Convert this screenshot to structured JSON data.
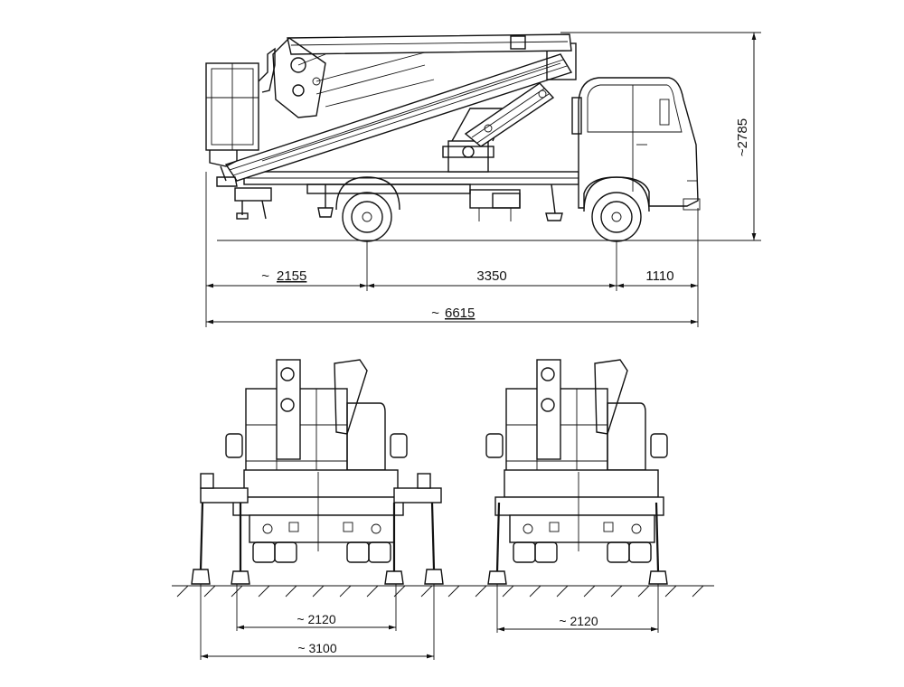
{
  "dimensions": {
    "rear_overhang": {
      "prefix": "~",
      "value": "2155"
    },
    "wheelbase": {
      "value": "3350"
    },
    "front_overhang": {
      "value": "1110"
    },
    "total_length": {
      "prefix": "~",
      "value": "6615"
    },
    "height": {
      "value": "~2785"
    },
    "track_left_view": {
      "value": "~ 2120"
    },
    "outrigger_span": {
      "value": "~ 3100"
    },
    "track_right_view": {
      "value": "~ 2120"
    }
  }
}
